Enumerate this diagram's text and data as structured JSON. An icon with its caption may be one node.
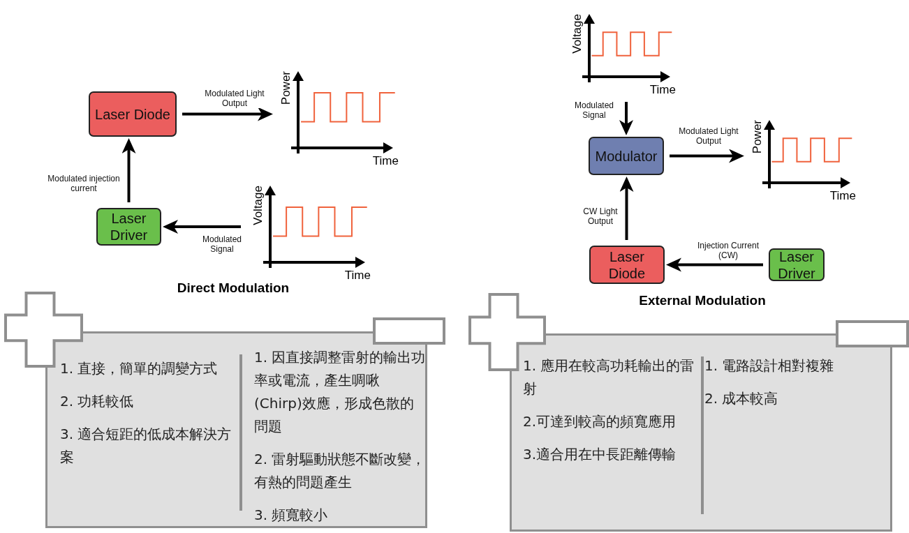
{
  "diagram": {
    "nodes": [
      {
        "text": [
          "Laser Diode"
        ]
      },
      {
        "text": [
          "Power",
          "Time"
        ]
      },
      {
        "text": [
          "Laser Driver"
        ]
      },
      {
        "text": [
          "Voltage",
          "Time"
        ]
      },
      {
        "text": [
          "Voltage",
          "Time"
        ]
      },
      {
        "text": [
          "Modulator"
        ]
      },
      {
        "text": [
          "Power",
          "Time"
        ]
      },
      {
        "text": [
          "Laser Diode"
        ]
      },
      {
        "text": [
          "Laser Driver"
        ]
      },
      {
        "text": [
          "1. 直接，簡單的調變方式",
          "2. 功耗較低",
          "3. 適合短距的低成本解決方案",
          "1. 因直接調整雷射的輸出功率或電流，產生啁啾(Chirp)效應，形成色散的問題",
          "2. 雷射驅動狀態不斷改變，有熱的問題產生",
          "3. 頻寬較小"
        ]
      },
      {
        "text": [
          "1. 應用在較高功耗輸出的雷射",
          "2.可達到較高的頻寬應用",
          "3.適合用在中長距離傳輸",
          "1. 電路設計相對複雜",
          "2. 成本較高"
        ]
      }
    ],
    "edges": [
      {
        "from": 0,
        "to": 1,
        "arrow": "to",
        "label": "Modulated Light Output"
      },
      {
        "from": 3,
        "to": 2,
        "arrow": "to",
        "label": "Modulated Signal"
      },
      {
        "from": 2,
        "to": 0,
        "arrow": "to",
        "label": "Modulated injection current"
      },
      {
        "from": 4,
        "to": 5,
        "arrow": "to",
        "label": "Modulated Signal"
      },
      {
        "from": 5,
        "to": 6,
        "arrow": "to",
        "label": "Modulated Light Output"
      },
      {
        "from": 7,
        "to": 5,
        "arrow": "to",
        "label": "CW Light Output"
      },
      {
        "from": 8,
        "to": 7,
        "arrow": "to",
        "label": "Injection Current (CW)"
      }
    ],
    "labels": [
      "Direct Modulation",
      "External Modulation"
    ]
  }
}
